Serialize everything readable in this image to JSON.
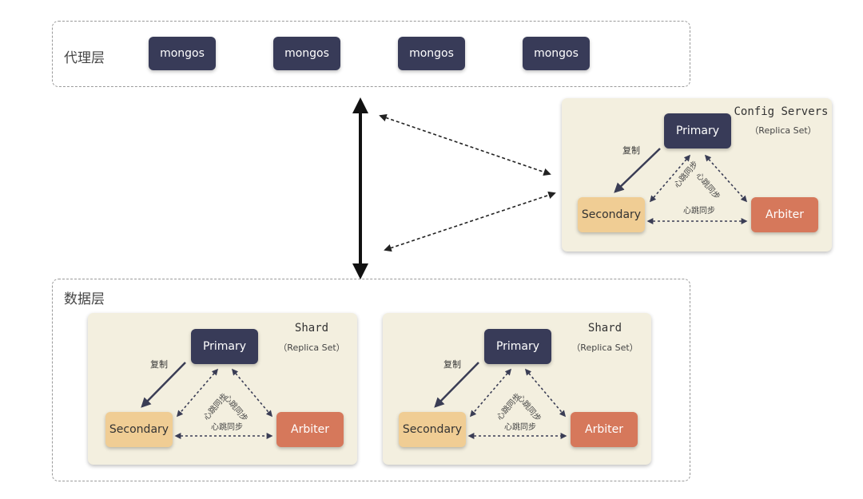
{
  "proxy_layer": {
    "title": "代理层",
    "mongos": [
      "mongos",
      "mongos",
      "mongos",
      "mongos"
    ]
  },
  "data_layer": {
    "title": "数据层"
  },
  "config_servers": {
    "title": "Config Servers",
    "subtitle": "（Replica Set）",
    "primary": "Primary",
    "secondary": "Secondary",
    "arbiter": "Arbiter",
    "replicate_label": "复制",
    "heartbeat_label": "心跳同步"
  },
  "shards": [
    {
      "title": "Shard",
      "subtitle": "（Replica Set）",
      "primary": "Primary",
      "secondary": "Secondary",
      "arbiter": "Arbiter",
      "replicate_label": "复制",
      "heartbeat_label": "心跳同步"
    },
    {
      "title": "Shard",
      "subtitle": "（Replica Set）",
      "primary": "Primary",
      "secondary": "Secondary",
      "arbiter": "Arbiter",
      "replicate_label": "复制",
      "heartbeat_label": "心跳同步"
    }
  ],
  "colors": {
    "primary": "#383b58",
    "secondary": "#f0cd94",
    "arbiter": "#d6785b",
    "replica_set_bg": "#f3efdf"
  }
}
